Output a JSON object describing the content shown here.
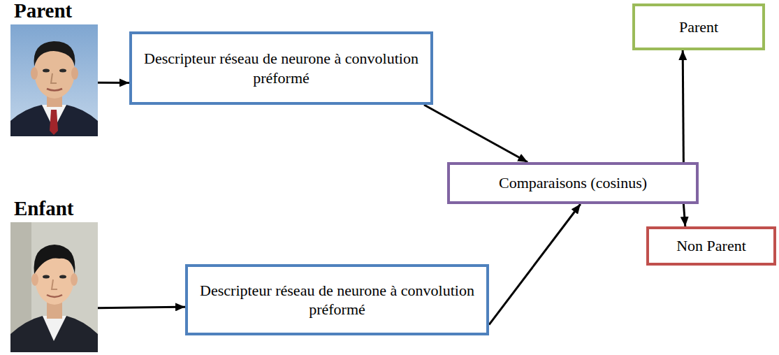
{
  "diagram": {
    "nodes": [
      {
        "text": [
          "Parent"
        ]
      },
      {
        "text": [
          "Descripteur réseau de neurone à convolution préformé"
        ]
      },
      {
        "text": [
          "Enfant"
        ]
      },
      {
        "text": [
          "Descripteur réseau de neurone à convolution préformé"
        ]
      },
      {
        "text": [
          "Comparaisons (cosinus)"
        ]
      },
      {
        "text": [
          "Parent"
        ]
      },
      {
        "text": [
          "Non Parent"
        ]
      }
    ],
    "edges": [
      {
        "from": 0,
        "to": 1,
        "arrow": "to"
      },
      {
        "from": 2,
        "to": 3,
        "arrow": "to"
      },
      {
        "from": 1,
        "to": 4,
        "arrow": "to"
      },
      {
        "from": 3,
        "to": 4,
        "arrow": "to"
      },
      {
        "from": 4,
        "to": 5,
        "arrow": "to"
      },
      {
        "from": 4,
        "to": 6,
        "arrow": "to"
      }
    ]
  }
}
